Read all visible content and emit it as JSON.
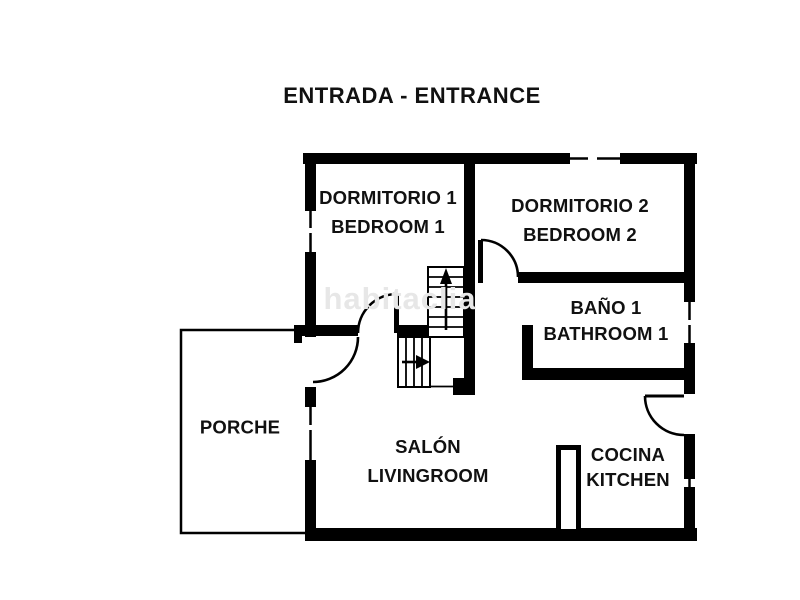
{
  "title": "ENTRADA - ENTRANCE",
  "watermark": "habitaclia",
  "rooms": {
    "bedroom1": {
      "name_es": "DORMITORIO 1",
      "name_en": "BEDROOM 1"
    },
    "bedroom2": {
      "name_es": "DORMITORIO 2",
      "name_en": "BEDROOM 2"
    },
    "bathroom1": {
      "name_es": "BAÑO 1",
      "name_en": "BATHROOM 1"
    },
    "porch": {
      "name_es": "PORCHE",
      "name_en": ""
    },
    "livingroom": {
      "name_es": "SALÓN",
      "name_en": "LIVINGROOM"
    },
    "kitchen": {
      "name_es": "COCINA",
      "name_en": "KITCHEN"
    }
  },
  "colors": {
    "wall": "#000000",
    "background": "#ffffff",
    "watermark": "#e7e7e7"
  }
}
